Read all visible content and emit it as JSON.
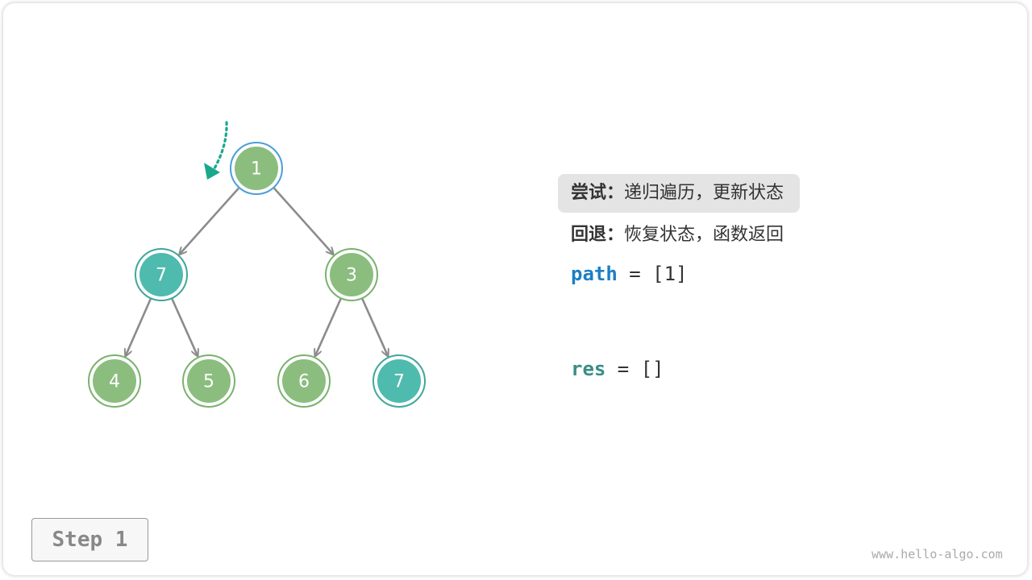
{
  "colors": {
    "normal_node": "#8bbd7f",
    "normal_ring": "#7ab26d",
    "target_node": "#4fbaae",
    "target_ring": "#3fa79b",
    "current_ring": "#4c9ed9",
    "edge": "#8c8c8c",
    "arrow": "#1aa88c",
    "path_var": "#1c7ec6",
    "res_var": "#3a8d87"
  },
  "tree": {
    "nodes": [
      {
        "id": "n1",
        "label": "1",
        "type": "current"
      },
      {
        "id": "n2",
        "label": "7",
        "type": "target"
      },
      {
        "id": "n3",
        "label": "3",
        "type": "normal"
      },
      {
        "id": "n4",
        "label": "4",
        "type": "normal"
      },
      {
        "id": "n5",
        "label": "5",
        "type": "normal"
      },
      {
        "id": "n6",
        "label": "6",
        "type": "normal"
      },
      {
        "id": "n7",
        "label": "7",
        "type": "target"
      }
    ],
    "edges": [
      [
        "n1",
        "n2"
      ],
      [
        "n1",
        "n3"
      ],
      [
        "n2",
        "n4"
      ],
      [
        "n2",
        "n5"
      ],
      [
        "n3",
        "n6"
      ],
      [
        "n3",
        "n7"
      ]
    ]
  },
  "legend": {
    "try": {
      "key": "尝试：",
      "text": "递归遍历，更新状态",
      "active": true
    },
    "backtrack": {
      "key": "回退：",
      "text": "恢复状态，函数返回",
      "active": false
    }
  },
  "code": {
    "path_name": "path",
    "path_value": " = [1]",
    "res_name": "res",
    "res_value": " = []"
  },
  "step_label": "Step 1",
  "watermark": "www.hello-algo.com"
}
